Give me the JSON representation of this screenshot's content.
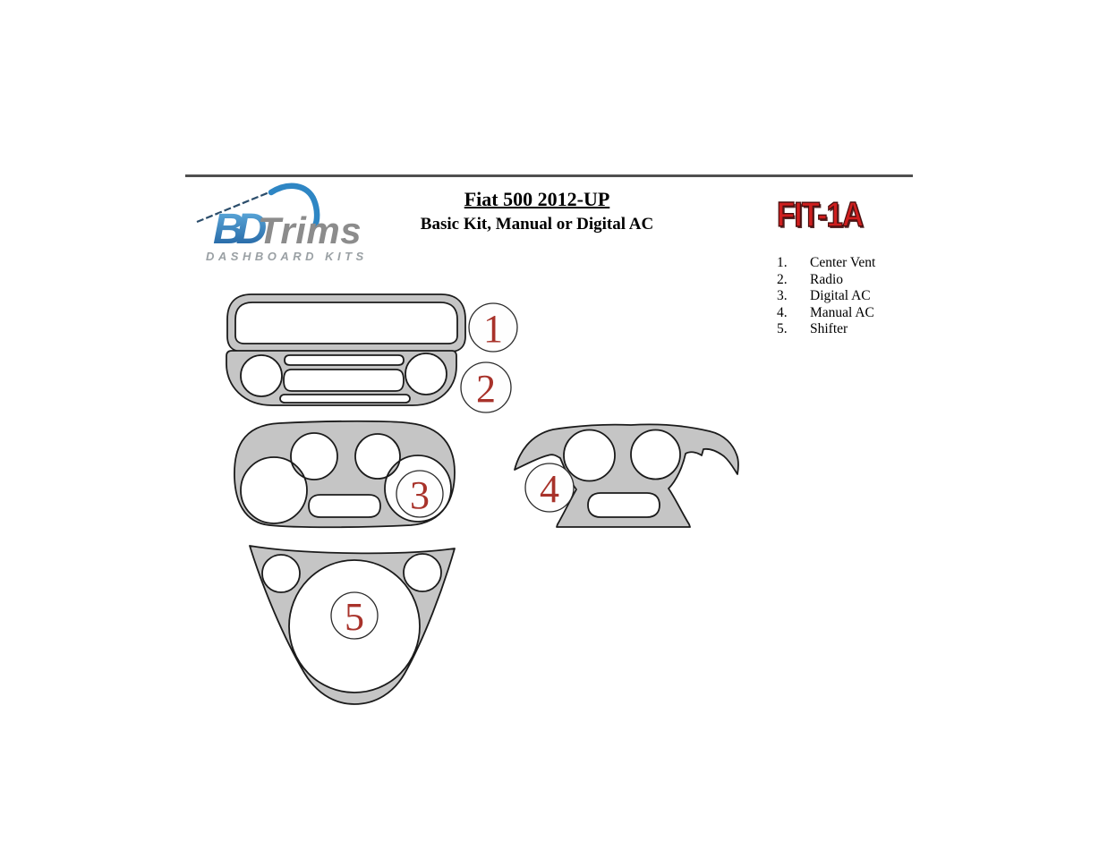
{
  "header": {
    "title": "Fiat 500 2012-UP",
    "subtitle": "Basic Kit, Manual or Digital AC",
    "fit_code": "FIT-1A"
  },
  "logo": {
    "monogram": "BD",
    "name": "Trims",
    "tagline": "DASHBOARD KITS"
  },
  "legend": {
    "items": [
      {
        "num": "1.",
        "label": "Center Vent"
      },
      {
        "num": "2.",
        "label": "Radio"
      },
      {
        "num": "3.",
        "label": "Digital AC"
      },
      {
        "num": "4.",
        "label": "Manual AC"
      },
      {
        "num": "5.",
        "label": "Shifter"
      }
    ]
  },
  "diagram": {
    "markers": [
      {
        "label": "1"
      },
      {
        "label": "2"
      },
      {
        "label": "3"
      },
      {
        "label": "4"
      },
      {
        "label": "5"
      }
    ]
  },
  "colors": {
    "piece_fill": "#c5c5c5",
    "piece_outline": "#1b1b1b",
    "marker_red": "#a8322a",
    "fit_code_red": "#cf1f1f",
    "logo_blue": "#2e86c4",
    "logo_gray": "#8c8c8c",
    "divider_gray": "#4f4f4f"
  }
}
